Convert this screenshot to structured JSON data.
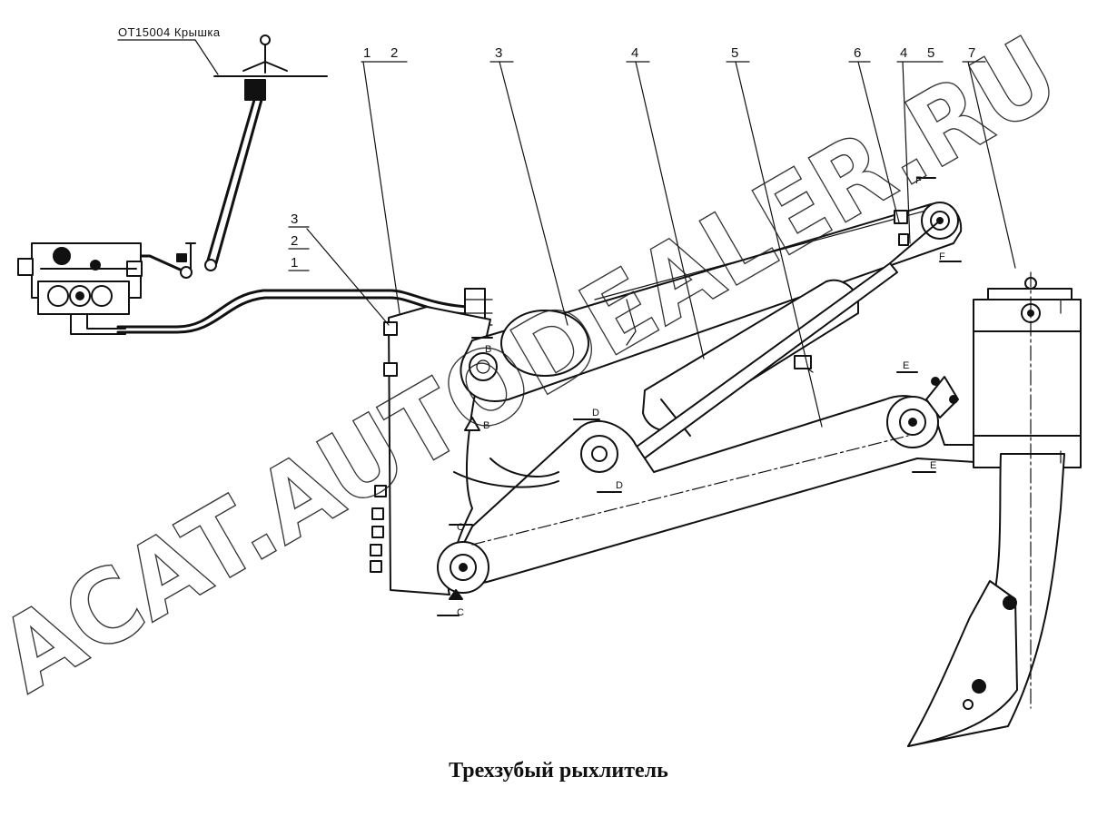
{
  "caption": "Трехзубый рыхлитель",
  "note": "OT15004 Крышка",
  "watermark": "ACAT.AUTODEALER.RU",
  "callouts": {
    "c1": "1",
    "c2": "2",
    "c3": "3",
    "c4": "4",
    "c5": "5",
    "c6": "6",
    "c4b": "4",
    "c5b": "5",
    "c7": "7",
    "h3": "3",
    "h2": "2",
    "h1": "1"
  },
  "sections": {
    "b1": "B",
    "b2": "B",
    "c1": "C",
    "c2": "C",
    "d1": "D",
    "d2": "D",
    "e1": "E",
    "e2": "E",
    "f1": "F",
    "f2": "F"
  }
}
